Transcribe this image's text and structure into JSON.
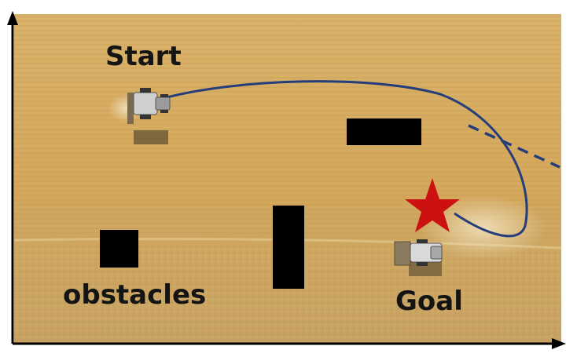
{
  "labels": {
    "start": "Start",
    "obstacles": "obstacles",
    "goal": "Goal"
  },
  "colors": {
    "field_light": "#dcb46a",
    "field_mid": "#cfa256",
    "field_dark": "#b98b42",
    "soil": "#c9a566",
    "path": "#253e7a",
    "goal_star": "#cc1111",
    "obstacle": "#000000",
    "axis": "#000000"
  },
  "icons": [
    "tractor-icon",
    "harvester-icon",
    "star-icon"
  ]
}
